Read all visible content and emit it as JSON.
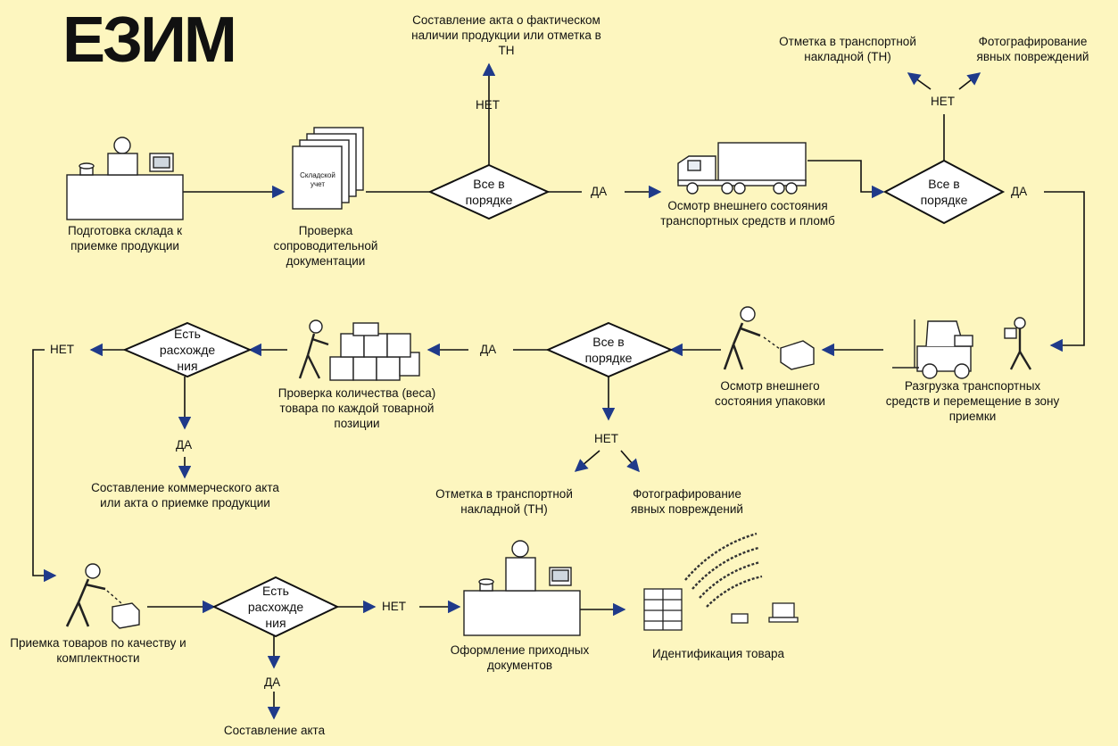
{
  "logo": {
    "text": "ЕЗИМ",
    "accent_color": "#1e9a46"
  },
  "colors": {
    "background": "#fdf6bf",
    "arrow": "#1f3a8a",
    "line": "#111111"
  },
  "steps": {
    "prepare_warehouse": "Подготовка склада к приемке продукции",
    "check_documents": "Проверка сопроводительной документации",
    "document_sheet": "Складской учет",
    "inspect_vehicles": "Осмотр внешнего состояния транспортных средств и пломб",
    "unload_vehicles": "Разгрузка транспортных средств и перемещение в зону приемки",
    "inspect_packaging": "Осмотр внешнего состояния упаковки",
    "check_quantity": "Проверка количества (веса) товара по каждой товарной позиции",
    "commercial_act": "Составление коммерческого акта или акта о приемке продукции",
    "quality_acceptance": "Приемка товаров по качеству и комплектности",
    "draw_up_act": "Составление акта",
    "receipt_documents": "Оформление приходных документов",
    "identification": "Идентификация товара",
    "availability_act": "Составление акта о фактическом наличии продукции или отметка в ТН",
    "note_tn_1": "Отметка в транспортной накладной (ТН)",
    "photo_damage_1": "Фотографирование явных повреждений",
    "note_tn_2": "Отметка в транспортной накладной (ТН)",
    "photo_damage_2": "Фотографирование явных повреждений"
  },
  "decisions": {
    "all_ok_docs": "Все в порядке",
    "all_ok_transport": "Все в порядке",
    "all_ok_packaging": "Все в порядке",
    "discrepancy_quantity": "Есть расхожде ния",
    "discrepancy_quality": "Есть расхожде ния"
  },
  "answers": {
    "yes": "ДА",
    "no": "НЕТ"
  }
}
